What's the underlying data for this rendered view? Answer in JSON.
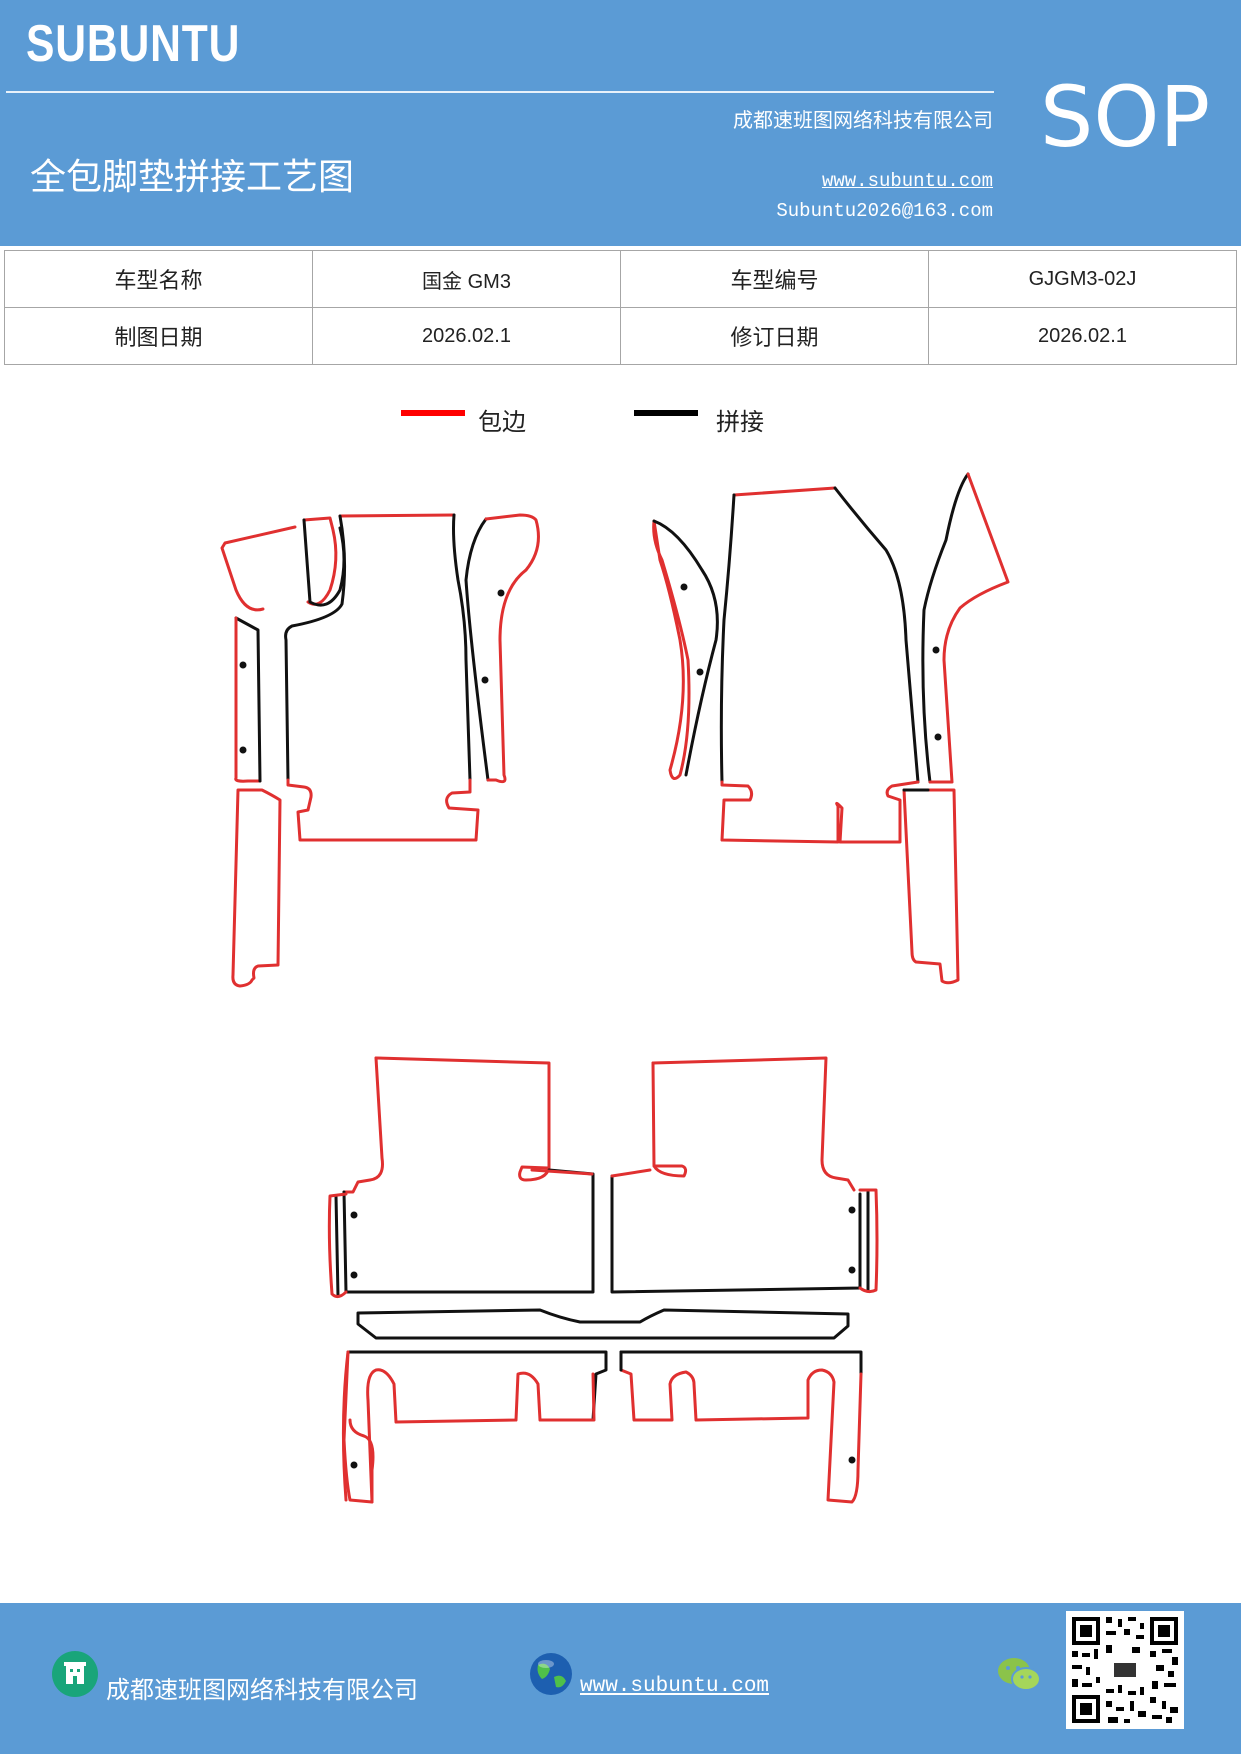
{
  "header": {
    "brand": "SUBUNTU",
    "company": "成都速班图网络科技有限公司",
    "title": "全包脚垫拼接工艺图",
    "website": "www.subuntu.com",
    "email": "Subuntu2026@163.com",
    "badge": "SOP",
    "background_color": "#5b9bd5"
  },
  "info_table": {
    "rows": [
      [
        "车型名称",
        "国金 GM3",
        "车型编号",
        "GJGM3-02J"
      ],
      [
        "制图日期",
        "2026.02.1",
        "修订日期",
        "2026.02.1"
      ]
    ]
  },
  "legend": {
    "items": [
      {
        "label": "包边",
        "color": "#ff0000"
      },
      {
        "label": "拼接",
        "color": "#000000"
      }
    ]
  },
  "diagram": {
    "edge_color": "#e03030",
    "seam_color": "#111111"
  },
  "footer": {
    "company": "成都速班图网络科技有限公司",
    "website": "www.subuntu.com",
    "company_icon": "building-icon",
    "website_icon": "globe-icon",
    "social_icon": "wechat-icon",
    "qr": "qr-code"
  }
}
